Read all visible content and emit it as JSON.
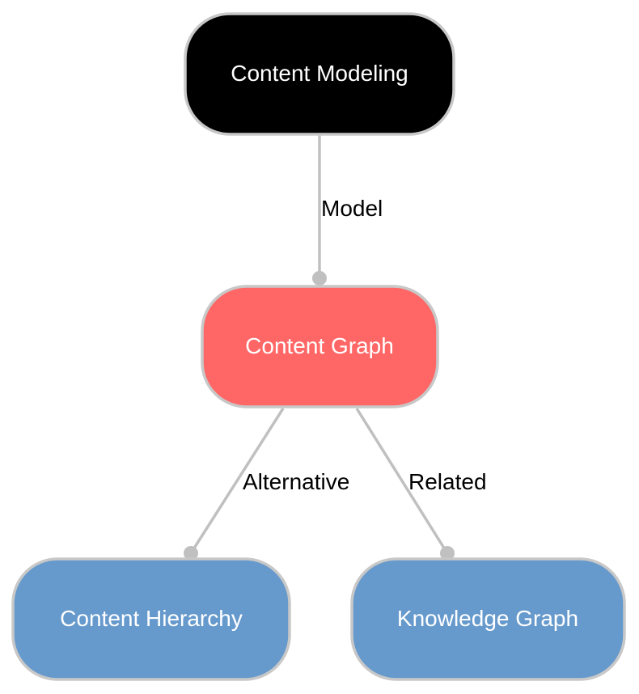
{
  "nodes": {
    "content_modeling": {
      "label": "Content Modeling",
      "fill": "#000000"
    },
    "content_graph": {
      "label": "Content Graph",
      "fill": "#ff6666"
    },
    "content_hierarchy": {
      "label": "Content Hierarchy",
      "fill": "#6699cc"
    },
    "knowledge_graph": {
      "label": "Knowledge Graph",
      "fill": "#6699cc"
    }
  },
  "edges": {
    "model": {
      "label": "Model",
      "from": "Content Modeling",
      "to": "Content Graph"
    },
    "alternative": {
      "label": "Alternative",
      "from": "Content Graph",
      "to": "Content Hierarchy"
    },
    "related": {
      "label": "Related",
      "from": "Content Graph",
      "to": "Knowledge Graph"
    }
  },
  "colors": {
    "node_border": "#c8c8c8",
    "edge": "#c0c0c0",
    "node_text": "#ffffff",
    "edge_text": "#000000"
  }
}
